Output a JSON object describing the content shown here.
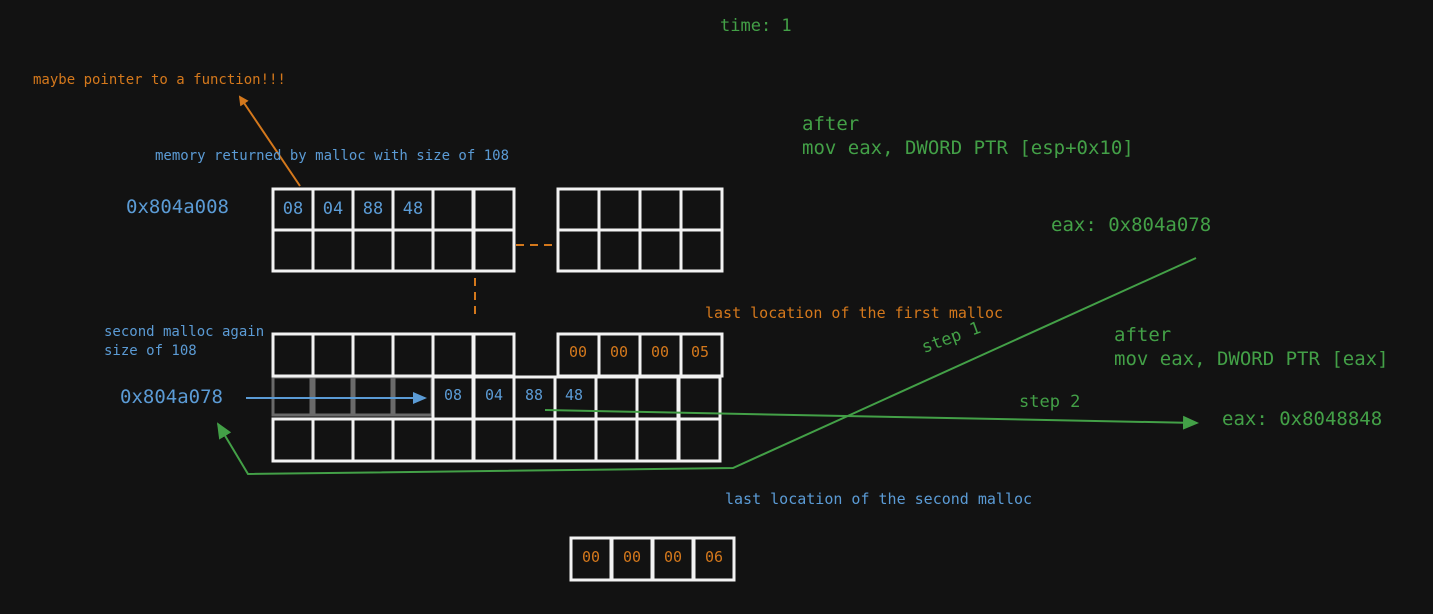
{
  "time_label": "time: 1",
  "annotation_function": "maybe pointer to a function!!!",
  "block1": {
    "title": "memory returned by malloc with size of 108",
    "address": "0x804a008",
    "bytes": [
      "08",
      "04",
      "88",
      "48"
    ]
  },
  "block2": {
    "title_line1": "second malloc again",
    "title_line2": "size of 108",
    "address": "0x804a078",
    "bytes": [
      "08",
      "04",
      "88",
      "48"
    ],
    "trailer_bytes": [
      "00",
      "00",
      "00",
      "05"
    ]
  },
  "first_malloc_last_label": "last location of the first malloc",
  "second_malloc_last_label": "last location of the second malloc",
  "second_trailer_bytes": [
    "00",
    "00",
    "00",
    "06"
  ],
  "step1": {
    "heading": "after",
    "instruction": "mov eax, DWORD PTR [esp+0x10]",
    "result": "eax: 0x804a078",
    "label": "step 1"
  },
  "step2": {
    "heading": "after",
    "instruction": "mov eax, DWORD PTR [eax]",
    "result": "eax: 0x8048848",
    "label": "step 2"
  },
  "colors": {
    "background": "#121212",
    "cell_stroke": "#f2f2f2",
    "blue": "#5b9bd5",
    "green": "#43a047",
    "orange": "#d4781c"
  }
}
